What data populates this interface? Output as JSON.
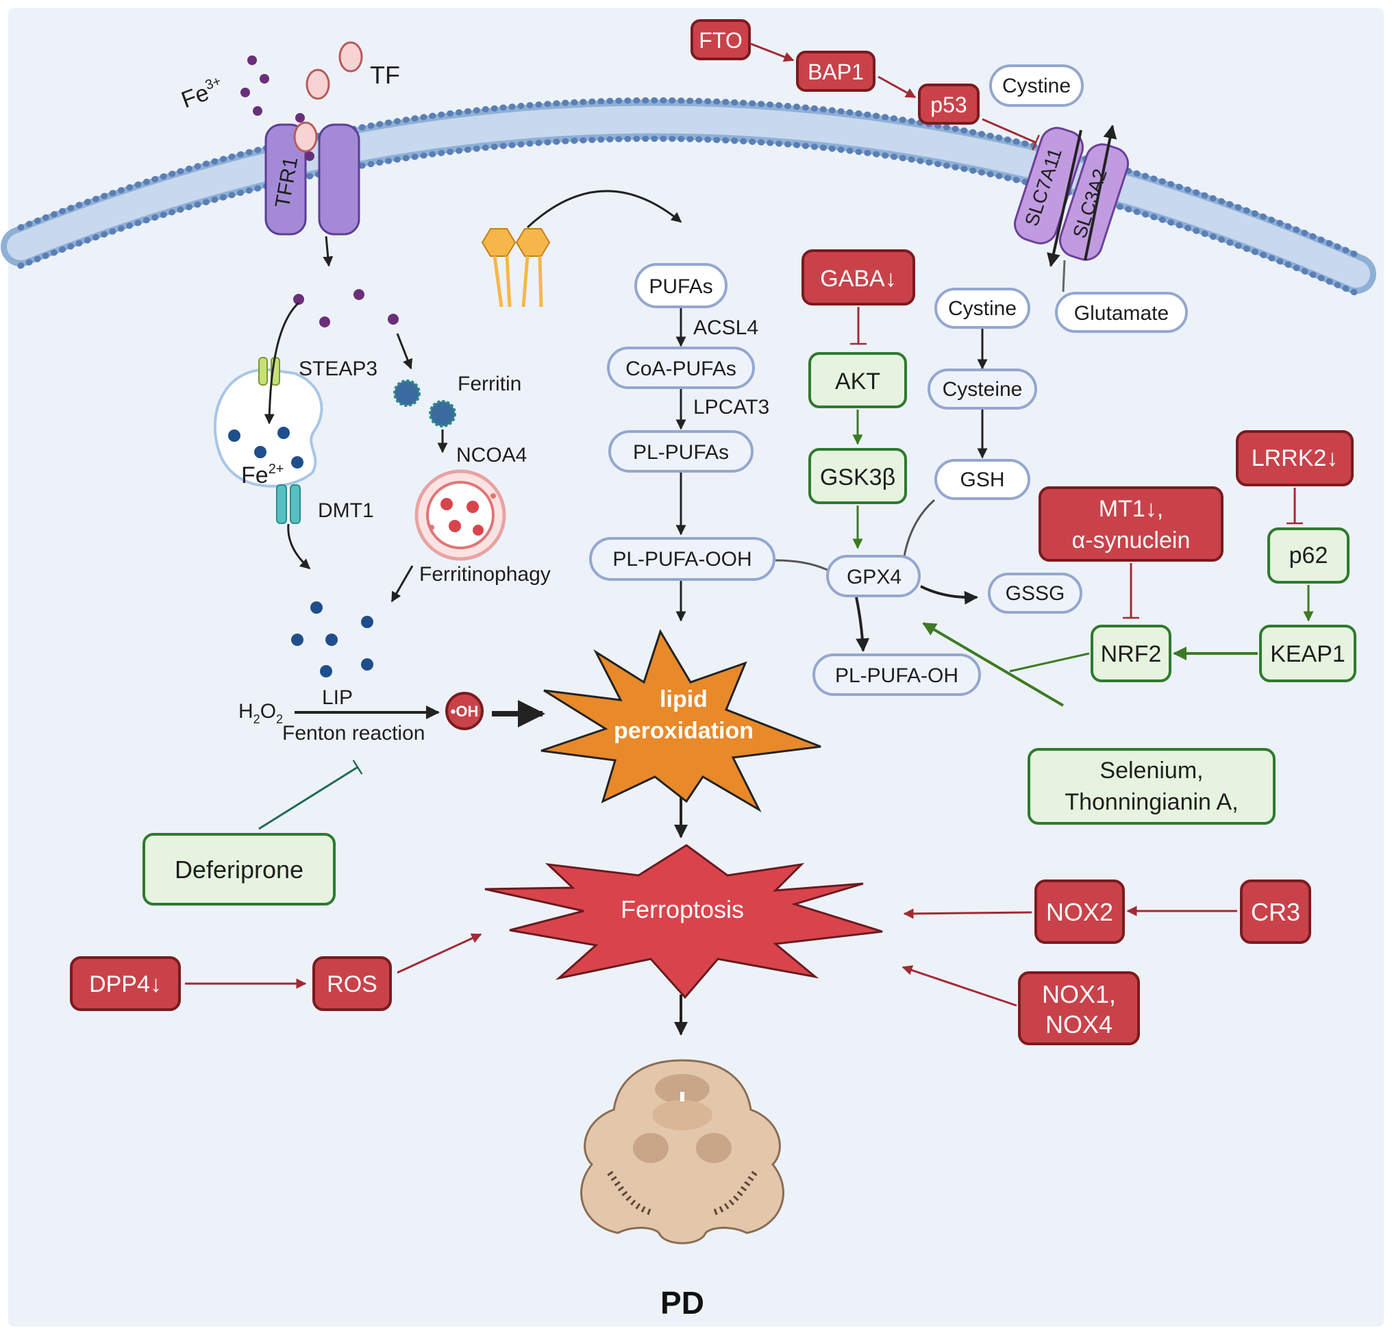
{
  "colors": {
    "background": "#edf2f9",
    "inhibitor_red": "#c9424a",
    "protective_green": "#e6f4df",
    "lipid_peroxidation_orange": "#e8892a",
    "ferroptosis_red": "#d9444c",
    "iron_fe3": "#6b2f7a",
    "iron_fe2": "#1f4e8c"
  },
  "top": {
    "fe3": "Fe",
    "fe3_sup": "3+",
    "tf": "TF",
    "tfr1": "TFR1",
    "fto": "FTO",
    "bap1": "BAP1",
    "p53": "p53",
    "slc7a11": "SLC7A11",
    "slc3a2": "SLC3A2",
    "cystine_out": "Cystine",
    "glutamate": "Glutamate"
  },
  "iron": {
    "steap3": "STEAP3",
    "fe2": "Fe",
    "fe2_sup": "2+",
    "dmt1": "DMT1",
    "ferritin": "Ferritin",
    "ncoa4": "NCOA4",
    "ferritinophagy": "Ferritinophagy",
    "lip": "LIP",
    "h2o2_h": "H",
    "h2o2_2a": "2",
    "h2o2_o": "O",
    "h2o2_2b": "2",
    "fenton": "Fenton reaction",
    "oh": "•OH"
  },
  "lipid": {
    "pufas": "PUFAs",
    "acsl4": "ACSL4",
    "coa_pufas": "CoA-PUFAs",
    "lpcat3": "LPCAT3",
    "pl_pufas": "PL-PUFAs",
    "pl_pufa_ooh": "PL-PUFA-OOH",
    "pl_pufa_oh": "PL-PUFA-OH",
    "lipid_peroxidation_1": "lipid",
    "lipid_peroxidation_2": "peroxidation"
  },
  "gsh": {
    "gaba": "GABA↓",
    "akt": "AKT",
    "gsk3b": "GSK3β",
    "gpx4": "GPX4",
    "gssg": "GSSG",
    "cystine_in": "Cystine",
    "cysteine": "Cysteine",
    "gsh": "GSH"
  },
  "nrf2": {
    "lrrk2": "LRRK2↓",
    "p62": "p62",
    "keap1": "KEAP1",
    "nrf2": "NRF2",
    "mt1_1": "MT1↓,",
    "mt1_2": "α-synuclein",
    "selenium_1": "Selenium,",
    "selenium_2": "Thonningianin A,"
  },
  "bottom": {
    "deferiprone": "Deferiprone",
    "ferroptosis": "Ferroptosis",
    "dpp4": "DPP4↓",
    "ros": "ROS",
    "nox2": "NOX2",
    "cr3": "CR3",
    "nox14_1": "NOX1,",
    "nox14_2": "NOX4",
    "pd": "PD"
  }
}
